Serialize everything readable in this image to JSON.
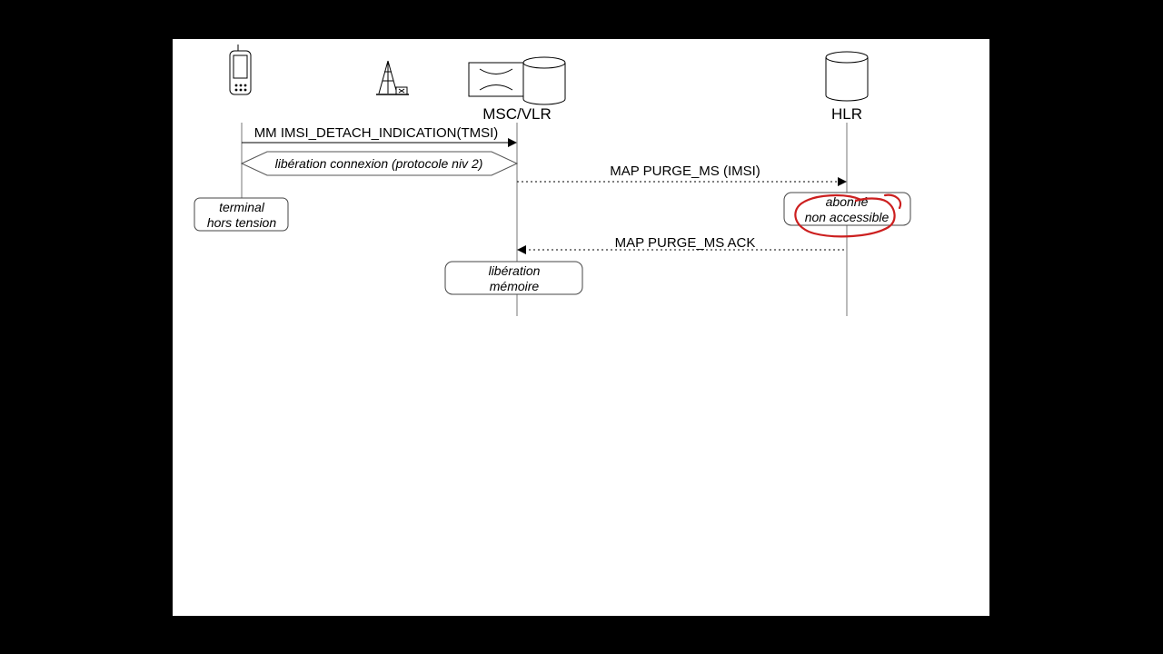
{
  "colors": {
    "background": "#000000",
    "slide": "#ffffff",
    "ink": "#000000",
    "annotation": "#cc1f1f"
  },
  "nodes": {
    "msc_vlr": "MSC/VLR",
    "hlr": "HLR"
  },
  "messages": {
    "imsi_detach": "MM IMSI_DETACH_INDICATION(TMSI)",
    "liberation_connexion": "libération connexion (protocole niv 2)",
    "purge_ms": "MAP PURGE_MS (IMSI)",
    "purge_ms_ack": "MAP PURGE_MS ACK"
  },
  "notes": {
    "terminal_line1": "terminal",
    "terminal_line2": "hors tension",
    "abonne_line1": "abonné",
    "abonne_line2": "non accessible",
    "liberation_line1": "libération",
    "liberation_line2": "mémoire"
  },
  "icons": [
    "mobile-phone-icon",
    "base-station-antenna-icon",
    "msc-switch-icon",
    "database-icon"
  ]
}
